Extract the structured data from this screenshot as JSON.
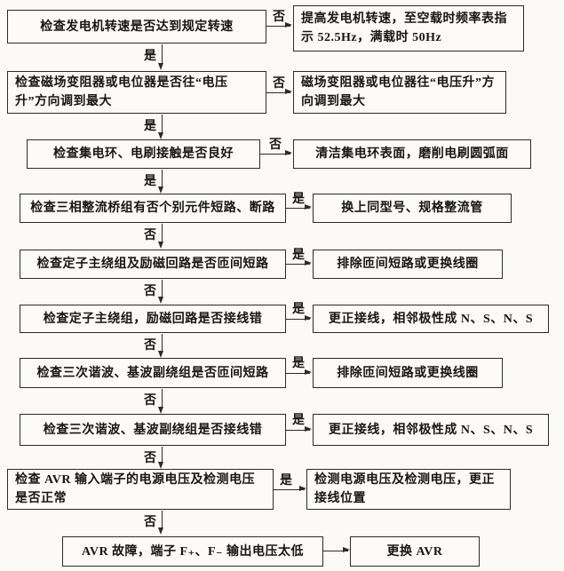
{
  "flowchart": {
    "steps": [
      {
        "check": "检查发电机转速是否达到规定转速",
        "branch_label": "否",
        "action": "提高发电机转速，至空载时频率表指示 52.5Hz，满载时 50Hz",
        "down_label": "是"
      },
      {
        "check": "检查磁场变阻器或电位器是否往“电压升”方向调到最大",
        "branch_label": "否",
        "action": "磁场变阻器或电位器往“电压升”方向调到最大",
        "down_label": "是"
      },
      {
        "check": "检查集电环、电刷接触是否良好",
        "branch_label": "否",
        "action": "清洁集电环表面，磨削电刷圆弧面",
        "down_label": "是"
      },
      {
        "check": "检查三相整流桥组有否个别元件短路、断路",
        "branch_label": "是",
        "action": "换上同型号、规格整流管",
        "down_label": "否"
      },
      {
        "check": "检查定子主绕组及励磁回路是否匝间短路",
        "branch_label": "是",
        "action": "排除匝间短路或更换线圈",
        "down_label": "否"
      },
      {
        "check": "检查定子主绕组，励磁回路是否接线错",
        "branch_label": "是",
        "action": "更正接线，相邻极性成 N、S、N、S",
        "down_label": "否"
      },
      {
        "check": "检查三次谐波、基波副绕组是否匝间短路",
        "branch_label": "是",
        "action": "排除匝间短路或更换线圈",
        "down_label": "否"
      },
      {
        "check": "检查三次谐波、基波副绕组是否接线错",
        "branch_label": "是",
        "action": "更正接线，相邻极性成 N、S、N、S",
        "down_label": "否"
      },
      {
        "check": "检查 AVR 输入端子的电源电压及检测电压是否正常",
        "branch_label": "是",
        "action": "检测电源电压及检测电压，更正接线位置",
        "down_label": "否"
      },
      {
        "check": "AVR 故障，端子 F₊、F₋ 输出电压太低",
        "branch_label": "",
        "action": "更换 AVR",
        "down_label": ""
      }
    ],
    "colors": {
      "line": "#2d2b27",
      "text": "#181613",
      "background": "#fbfaf6"
    }
  }
}
